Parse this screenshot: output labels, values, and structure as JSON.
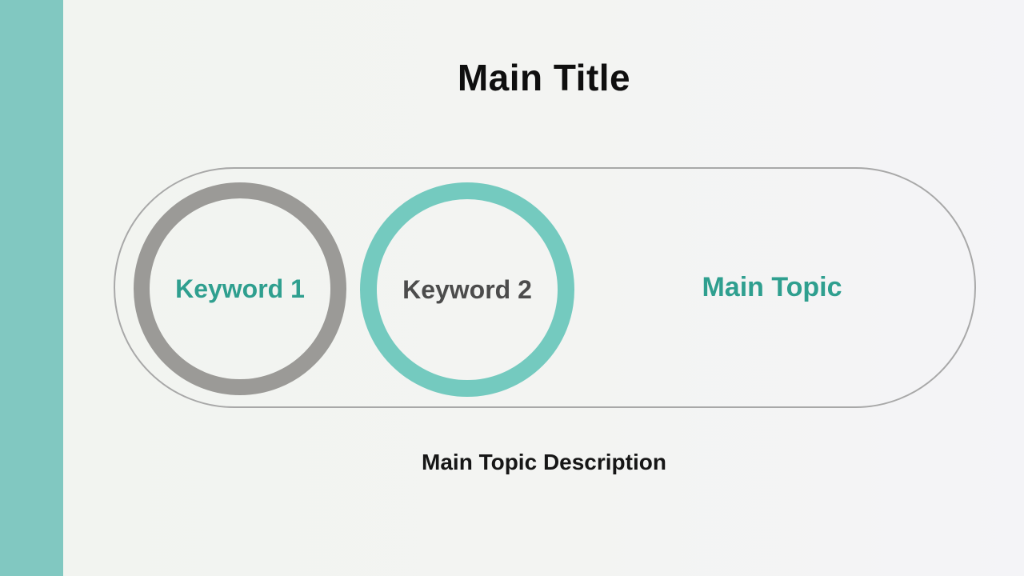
{
  "slide": {
    "title": "Main Title",
    "description": "Main Topic Description",
    "diagram": {
      "keyword1_label": "Keyword 1",
      "keyword2_label": "Keyword 2",
      "main_topic_label": "Main Topic"
    },
    "colors": {
      "sidebar_teal": "#81c8c1",
      "ring_teal": "#74cabf",
      "ring_gray": "#9b9a97",
      "teal_text": "#2f9f8f",
      "dark_gray_text": "#4c4c4c",
      "title_text": "#0f0f0f",
      "pill_border": "#a8a8a8",
      "background": "#f3f4f2"
    }
  }
}
